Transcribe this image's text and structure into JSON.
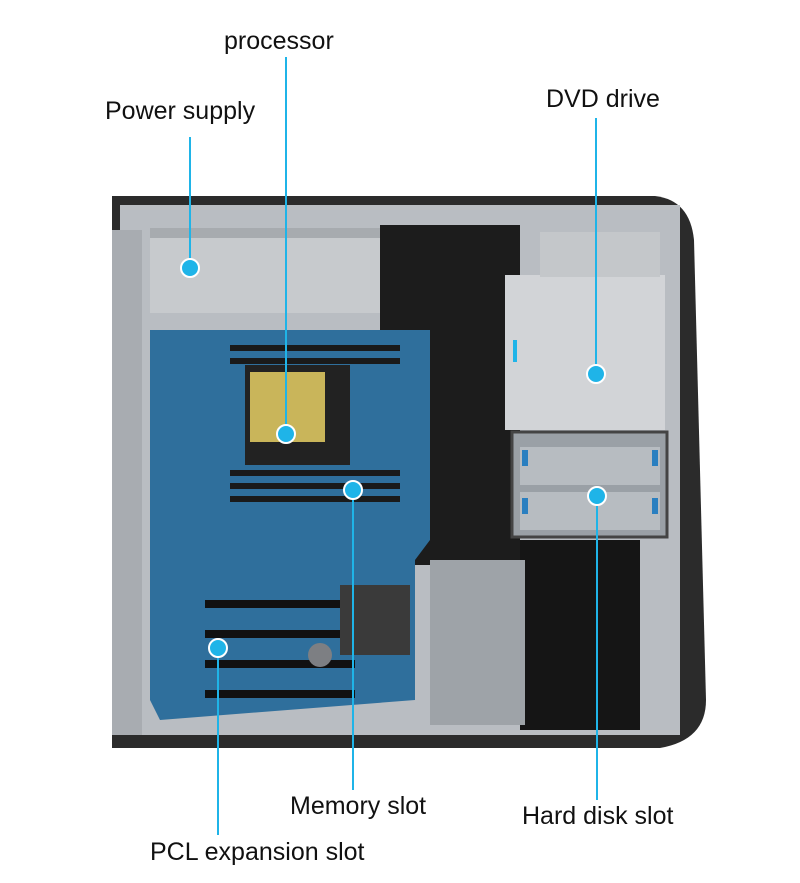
{
  "labels": {
    "processor": "processor",
    "power_supply": "Power supply",
    "dvd_drive": "DVD drive",
    "memory_slot": "Memory slot",
    "hard_disk_slot": "Hard disk slot",
    "pcl_expansion_slot": "PCL expansion slot"
  },
  "colors": {
    "callout": "#1fb4e8",
    "case_frame": "#2b2b2b",
    "chassis_silver": "#c9cdd2",
    "motherboard": "#2f6f9c",
    "drive_metal": "#d7d9dc",
    "interior_dark": "#1a1a1a"
  }
}
